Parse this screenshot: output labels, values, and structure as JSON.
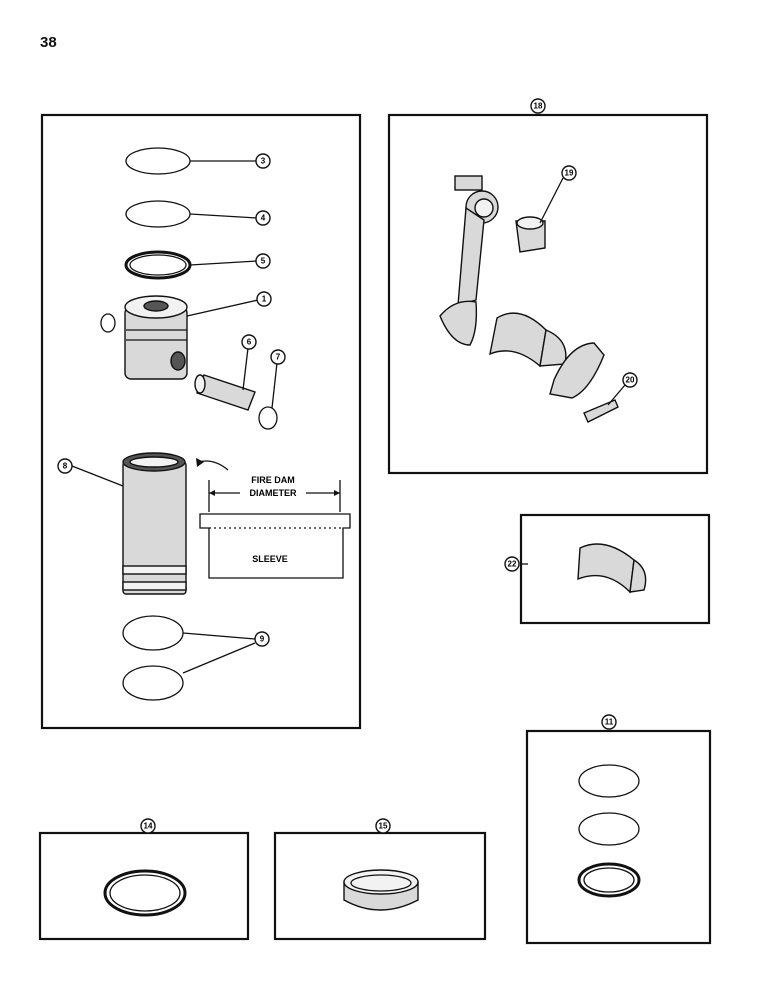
{
  "page_number": "38",
  "labels": {
    "fire_dam": "FIRE DAM",
    "diameter": "DIAMETER",
    "sleeve": "SLEEVE"
  },
  "callouts": {
    "c1": "1",
    "c3": "3",
    "c4": "4",
    "c5": "5",
    "c6": "6",
    "c7": "7",
    "c8": "8",
    "c9": "9",
    "c11": "11",
    "c14": "14",
    "c15": "15",
    "c18": "18",
    "c19": "19",
    "c20": "20",
    "c22": "22"
  }
}
